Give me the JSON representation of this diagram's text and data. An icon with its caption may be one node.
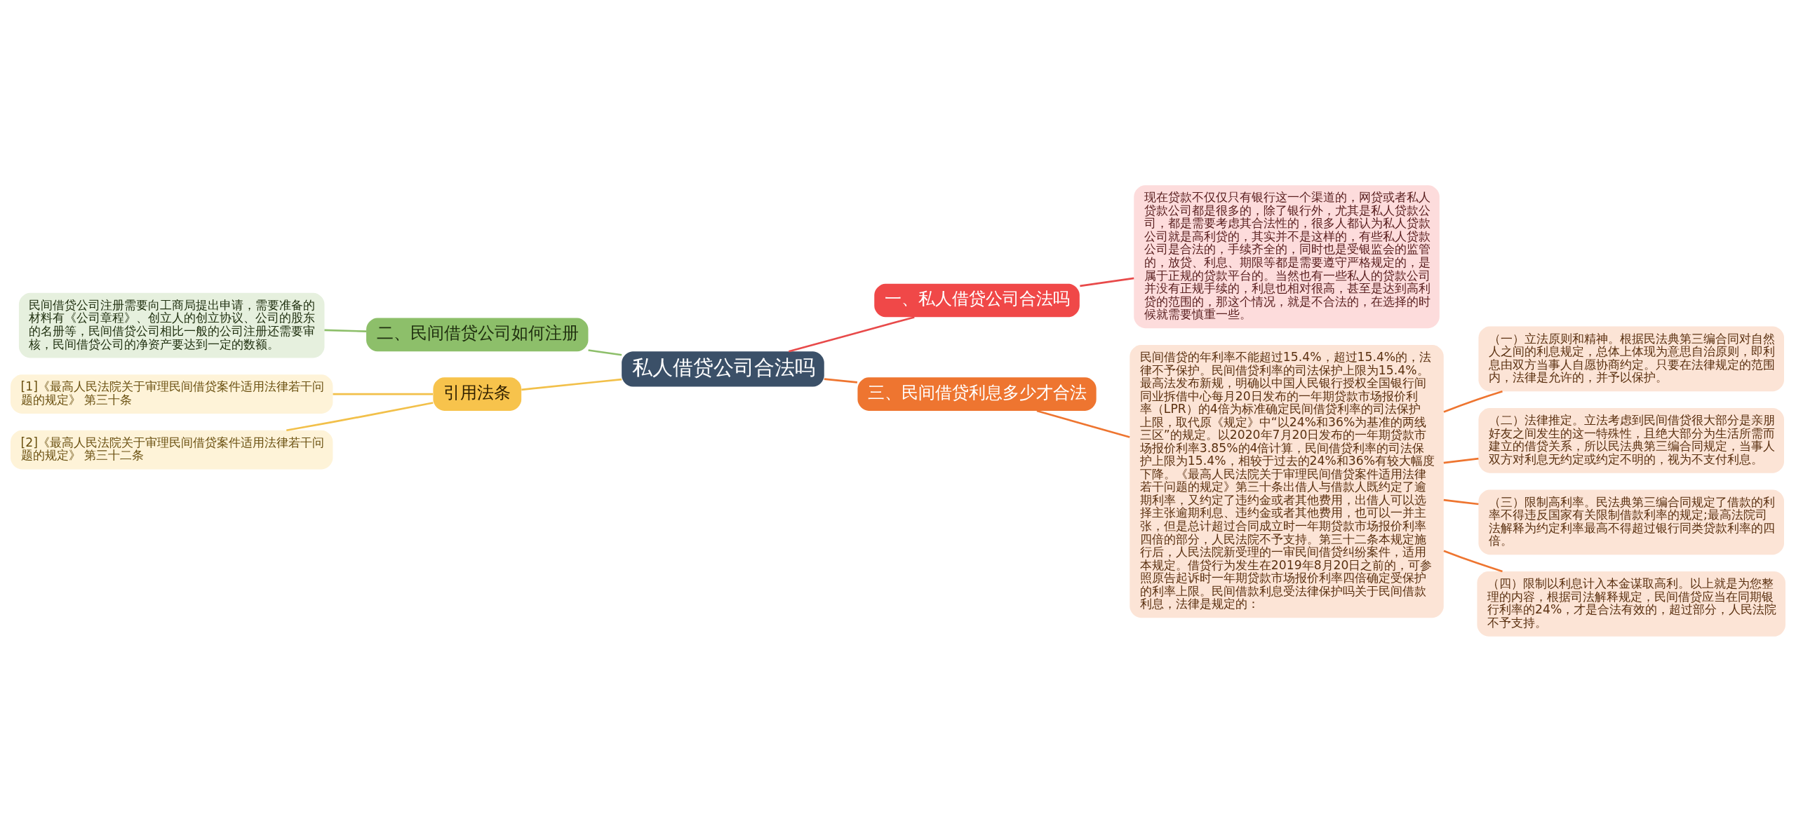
{
  "diagram": {
    "nodes": [
      {
        "text": [
          "私人借贷公司合法吗"
        ]
      },
      {
        "text": [
          "一、私人借贷公司合法吗"
        ]
      },
      {
        "text": [
          "现在贷款不仅仅只有银行这一个渠道的，网贷或者私人贷款公司都是很多的，除了银行外，尤其是私人贷款公司，都是需要考虑其合法性的，很多人都认为私人贷款公司就是高利贷的，其实并不是这样的，有些私人贷款公司是合法的，手续齐全的，同时也是受银监会的监管的，放贷、利息、期限等都是需要遵守严格规定的，是属于正规的贷款平台的。当然也有一些私人的贷款公司并没有正规手续的，利息也相对很高，甚至是达到高利贷的范围的，那这个情况，就是不合法的，在选择的时候就需要慎重一些。"
        ]
      },
      {
        "text": [
          "三、民间借贷利息多少才合法"
        ]
      },
      {
        "text": [
          "民间借贷的年利率不能超过15.4%，超过15.4%的，法律不予保护。民间借贷利率的司法保护上限为15.4%。最高法发布新规，明确以中国人民银行授权全国银行间同业拆借中心每月20日发布的一年期贷款市场报价利率（LPR）的4倍为标准确定民间借贷利率的司法保护上限，取代原《规定》中“以24%和36%为基准的两线三区”的规定。以2020年7月20日发布的一年期贷款市场报价利率3.85%的4倍计算，民间借贷利率的司法保护上限为15.4%，相较于过去的24%和36%有较大幅度下降。《最高人民法院关于审理民间借贷案件适用法律若干问题的规定》第三十条出借人与借款人既约定了逾期利率，又约定了违约金或者其他费用，出借人可以选择主张逾期利息、违约金或者其他费用，也可以一并主张，但是总计超过合同成立时一年期贷款市场报价利率四倍的部分，人民法院不予支持。第三十二条本规定施行后，人民法院新受理的一审民间借贷纠纷案件，适用本规定。借贷行为发生在2019年8月20日之前的，可参照原告起诉时一年期贷款市场报价利率四倍确定受保护的利率上限。民间借款利息受法律保护吗关于民间借款利息，法律是规定的："
        ]
      },
      {
        "text": [
          "（一）立法原则和精神。根据民法典第三编合同对自然人之间的利息规定，总体上体现为意思自治原则，即利息由双方当事人自愿协商约定。只要在法律规定的范围内，法律是允许的，并予以保护。"
        ]
      },
      {
        "text": [
          "（二）法律推定。立法考虑到民间借贷很大部分是亲朋好友之间发生的这一特殊性，且绝大部分为生活所需而建立的借贷关系，所以民法典第三编合同规定，当事人双方对利息无约定或约定不明的，视为不支付利息。"
        ]
      },
      {
        "text": [
          "（三）限制高利率。民法典第三编合同规定了借款的利率不得违反国家有关限制借款利率的规定;最高法院司法解释为约定利率最高不得超过银行同类贷款利率的四倍。"
        ]
      },
      {
        "text": [
          "（四）限制以利息计入本金谋取高利。以上就是为您整理的内容，根据司法解释规定，民间借贷应当在同期银行利率的24%，才是合法有效的，超过部分，人民法院不予支持。"
        ]
      },
      {
        "text": [
          "二、民间借贷公司如何注册"
        ]
      },
      {
        "text": [
          "民间借贷公司注册需要向工商局提出申请，需要准备的材料有《公司章程》、创立人的创立协议、公司的股东的名册等，民间借贷公司相比一般的公司注册还需要审核，民间借贷公司的净资产要达到一定的数额。"
        ]
      },
      {
        "text": [
          "引用法条"
        ]
      },
      {
        "text": [
          "[1]《最高人民法院关于审理民间借贷案件适用法律若干问题的规定》 第三十条"
        ]
      },
      {
        "text": [
          "[2]《最高人民法院关于审理民间借贷案件适用法律若干问题的规定》 第三十二条"
        ]
      }
    ],
    "edges": [
      {
        "from": 0,
        "to": 1,
        "arrow": "none",
        "color": "#e84a4a"
      },
      {
        "from": 1,
        "to": 2,
        "arrow": "none",
        "color": "#e84a4a"
      },
      {
        "from": 0,
        "to": 3,
        "arrow": "none"
      },
      {
        "from": 3,
        "to": 4,
        "arrow": "none"
      },
      {
        "from": 4,
        "to": 5,
        "arrow": "none"
      },
      {
        "from": 4,
        "to": 6,
        "arrow": "none"
      },
      {
        "from": 4,
        "to": 7,
        "arrow": "none"
      },
      {
        "from": 4,
        "to": 8,
        "arrow": "none"
      },
      {
        "from": 0,
        "to": 9,
        "arrow": "none",
        "color": "#8dbf6a"
      },
      {
        "from": 9,
        "to": 10,
        "arrow": "none",
        "color": "#8dbf6a"
      },
      {
        "from": 0,
        "to": 11,
        "arrow": "none",
        "color": "#f2c04a"
      },
      {
        "from": 11,
        "to": 12,
        "arrow": "none",
        "color": "#f2c04a"
      },
      {
        "from": 11,
        "to": 13,
        "arrow": "none",
        "color": "#f2c04a"
      }
    ]
  }
}
